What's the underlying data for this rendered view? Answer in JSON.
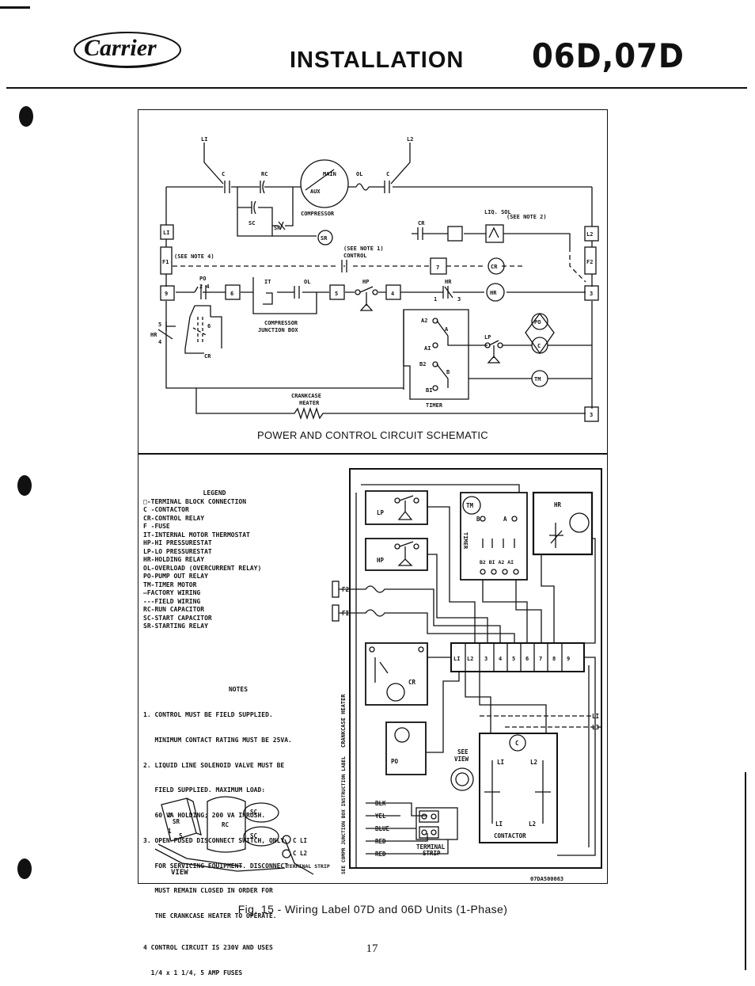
{
  "header": {
    "brand": "Carrier",
    "section": "INSTALLATION",
    "models": "06D,07D"
  },
  "schematic": {
    "title": "POWER AND CONTROL CIRCUIT SCHEMATIC",
    "labels": {
      "l1": "LI",
      "l2": "L2",
      "c_left": "C",
      "rc": "RC",
      "ol": "OL",
      "c_right": "C",
      "main": "MAIN",
      "aux": "AUX",
      "sc": "SC",
      "sr": "SR",
      "sr_circle": "SR",
      "compressor": "COMPRESSOR",
      "cr": "CR",
      "liq_sol": "LIQ. SOL",
      "see_note2": "(SEE NOTE 2)",
      "see_note4": "(SEE NOTE 4)",
      "see_note1": "(SEE NOTE 1)",
      "control": "CONTROL",
      "f1": "F1",
      "f2": "F2",
      "po": "PO",
      "it": "IT",
      "ol2": "OL",
      "hp": "HP",
      "hr": "HR",
      "cr_circle": "CR",
      "hr_circle": "HR",
      "po_circle": "PO",
      "c_circle": "C",
      "tm_circle": "TM",
      "comp_jbox_1": "COMPRESSOR",
      "comp_jbox_2": "JUNCTION BOX",
      "a2": "A2",
      "a": "A",
      "a1": "AI",
      "b2": "B2",
      "b": "B",
      "b1": "BI",
      "lp": "LP",
      "crankcase_1": "CRANKCASE",
      "crankcase_2": "HEATER",
      "timer": "TIMER",
      "t_li": "LI",
      "t_l2": "L2",
      "t9": "9",
      "t6": "6",
      "t5": "5",
      "t4": "4",
      "t7": "7",
      "t3a": "3",
      "t3b": "3",
      "n24": "2 4",
      "n5": "5",
      "n4": "4",
      "n1": "1",
      "n3": "3",
      "n6": "6"
    }
  },
  "legend": {
    "heading": "LEGEND",
    "items": [
      "□-TERMINAL BLOCK CONNECTION",
      "C -CONTACTOR",
      "CR-CONTROL RELAY",
      "F -FUSE",
      "IT-INTERNAL MOTOR THERMOSTAT",
      "HP-HI PRESSURESTAT",
      "LP-LO PRESSURESTAT",
      "HR-HOLDING RELAY",
      "OL-OVERLOAD (OVERCURRENT RELAY)",
      "PO-PUMP OUT RELAY",
      "TM-TIMER MOTOR",
      "—FACTORY WIRING",
      "---FIELD WIRING",
      "RC-RUN CAPACITOR",
      "SC-START CAPACITOR",
      "SR-STARTING RELAY"
    ]
  },
  "notes": {
    "heading": "NOTES",
    "items": [
      "1. CONTROL MUST BE FIELD SUPPLIED.",
      "   MINIMUM CONTACT RATING MUST BE 25VA.",
      "2. LIQUID LINE SOLENOID VALVE MUST BE",
      "   FIELD SUPPLIED. MAXIMUM LOAD:",
      "   60 VA HOLDING; 200 VA INRUSH.",
      "3. OPEN FUSED DISCONNECT SWITCH, ONLY",
      "   FOR SERVICING EQUIPMENT. DISCONNECT",
      "   MUST REMAIN CLOSED IN ORDER FOR",
      "   THE CRANKCASE HEATER TO OPERATE.",
      "4 CONTROL CIRCUIT IS 230V AND USES",
      "  1/4 x 1 1/4, 5 AMP FUSES"
    ]
  },
  "wiring_label": {
    "lp": "LP",
    "hp": "HP",
    "tm": "TM",
    "hr": "HR",
    "f2": "F2",
    "fi": "FI",
    "cr": "CR",
    "po": "PO",
    "timer_vertical": "TIMER",
    "contacts": "B2 BI A2 AI",
    "b": "B",
    "a": "A",
    "terminals": [
      "LI",
      "L2",
      "3",
      "4",
      "5",
      "6",
      "7",
      "8",
      "9"
    ],
    "crankcase_heater": "CRANKCASE HEATER",
    "see_jbox": "SEE COMPR JUNCTION BOX INSTRUCTION LABEL",
    "wires": [
      "BLK",
      "YEL",
      "BLUE",
      "RED",
      "RED"
    ],
    "terminal_strip_1": "TERMINAL",
    "terminal_strip_2": "STRIP",
    "see_view_1": "SEE",
    "see_view_2": "VIEW",
    "li": "LI",
    "l2": "L2",
    "li_b": "LI",
    "l2_b": "L2",
    "c": "C",
    "l1_out": "LI",
    "l3_out": "L3",
    "contactor": "CONTACTOR",
    "view": "VIEW",
    "part_no": "07DA500063",
    "view_labels": {
      "sr": "SR",
      "rc": "RC",
      "sc1": "SC",
      "sc2": "SC",
      "cl1": "C LI",
      "cl2": "C L2",
      "terminal_strip": "TERMINAL STRIP",
      "n2": "2",
      "n1": "1",
      "n5": "5"
    }
  },
  "caption": "Fig. 15 - Wiring Label 07D and 06D Units (1-Phase)",
  "page_number": "17"
}
